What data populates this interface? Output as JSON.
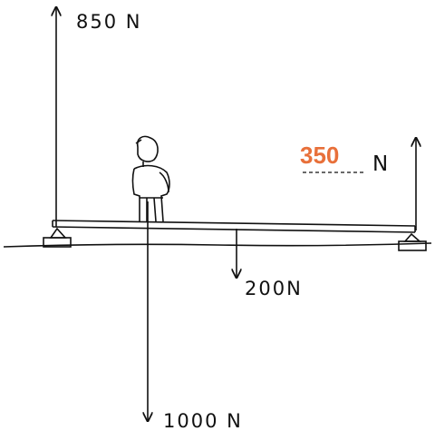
{
  "labels": {
    "left_support_force": "850 N",
    "answer_value": "350",
    "answer_unit": "N",
    "beam_weight": "200N",
    "person_weight": "1000 N"
  },
  "colors": {
    "ink": "#111111",
    "answer": "#e8703a"
  }
}
